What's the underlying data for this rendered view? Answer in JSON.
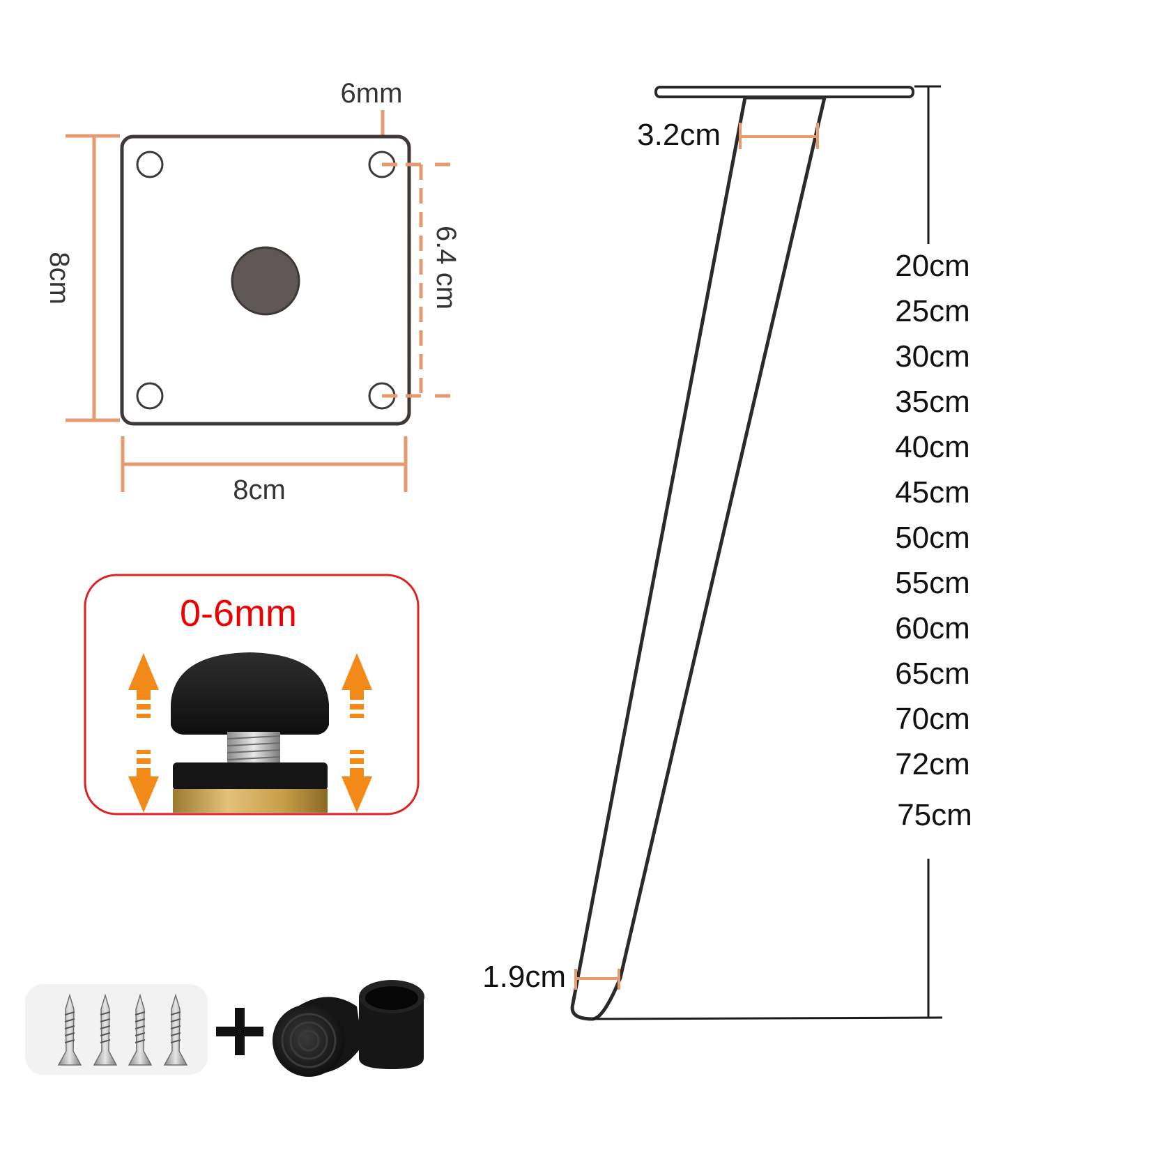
{
  "colors": {
    "dimension_line": "#e69a70",
    "outline": "#3d3836",
    "adjust_text": "#ee0000",
    "adjust_border": "#dd2222",
    "arrow": "#f28a1a",
    "black_part": "#1c1c1c",
    "brass": "#c9a04a"
  },
  "mounting_plate": {
    "slot_label": "6mm",
    "height_label": "8cm",
    "width_label": "8cm",
    "hole_spacing_label": "6.4 cm"
  },
  "leveler": {
    "range_label": "0-6mm",
    "icons": [
      "up-arrow-icon",
      "down-arrow-icon",
      "foot-cap-icon",
      "thread-icon"
    ]
  },
  "leg": {
    "top_width_label": "3.2cm",
    "bottom_width_label": "1.9cm",
    "height_options": [
      "20cm",
      "25cm",
      "30cm",
      "35cm",
      "40cm",
      "45cm",
      "50cm",
      "55cm",
      "60cm",
      "65cm",
      "70cm",
      "72cm",
      "75cm"
    ]
  },
  "accessories": {
    "icons": [
      "screw-icon",
      "plus-icon",
      "rubber-foot-cap-icon"
    ]
  }
}
